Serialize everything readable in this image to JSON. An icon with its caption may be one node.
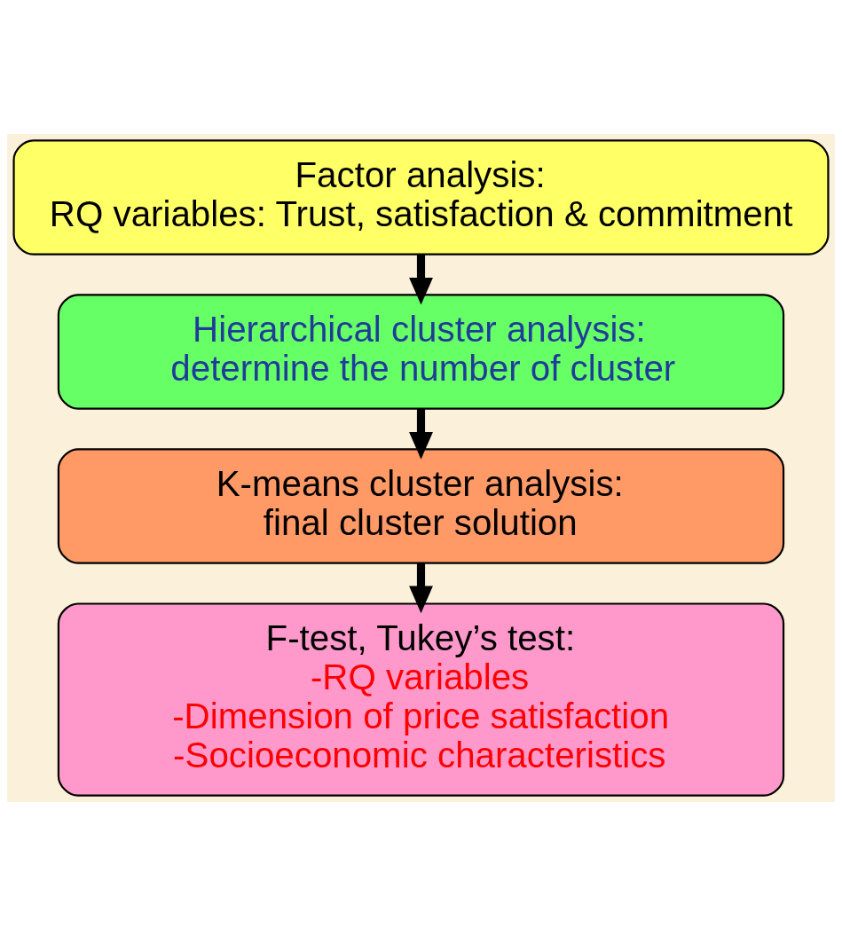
{
  "diagram": {
    "nodes": [
      {
        "text": [
          "Factor analysis:",
          "RQ variables: Trust, satisfaction & commitment"
        ]
      },
      {
        "text": [
          "Hierarchical cluster analysis:",
          "determine the number of cluster"
        ]
      },
      {
        "text": [
          "K-means cluster analysis:",
          "final cluster solution"
        ]
      },
      {
        "text": [
          "F-test, Tukey’s test:",
          "-RQ variables",
          "-Dimension of price satisfaction",
          "-Socioeconomic characteristics"
        ]
      }
    ],
    "edges": [
      {
        "from": 0,
        "to": 1,
        "arrow": "to"
      },
      {
        "from": 1,
        "to": 2,
        "arrow": "to"
      },
      {
        "from": 2,
        "to": 3,
        "arrow": "to"
      }
    ]
  }
}
